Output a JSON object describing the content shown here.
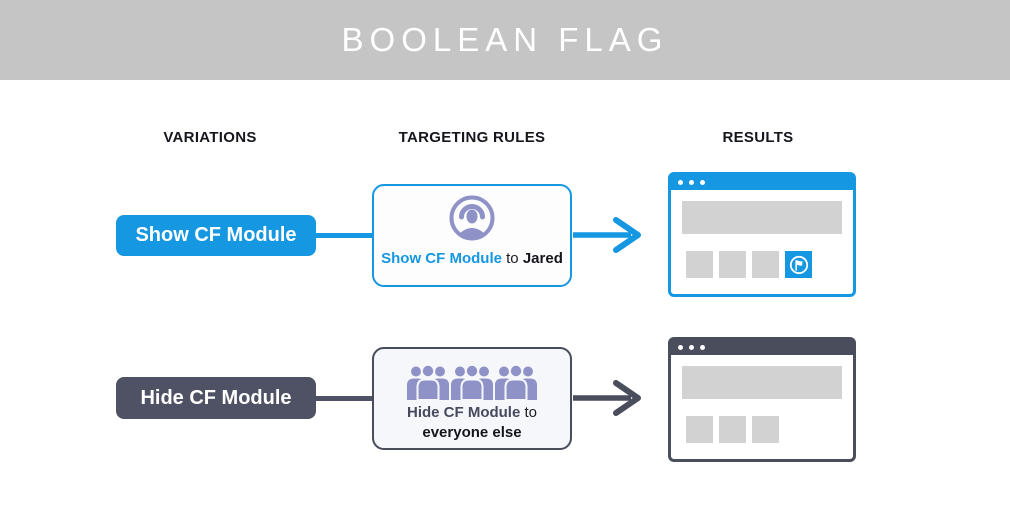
{
  "header": {
    "title": "BOOLEAN FLAG",
    "bg_color": "#c5c5c5"
  },
  "columns": {
    "variations": "VARIATIONS",
    "targeting_rules": "TARGETING RULES",
    "results": "RESULTS"
  },
  "colors": {
    "accent_blue": "#1597e2",
    "slate_dark": "#4f5264",
    "icon_purple": "#8e92c7",
    "placeholder_gray": "#d2d2d2",
    "header_gray": "#c5c5c5"
  },
  "rows": [
    {
      "variation_label": "Show CF Module",
      "rule": {
        "icon": "single-user-icon",
        "flag_name": "Show CF Module",
        "preposition": "to",
        "audience": "Jared"
      },
      "result": {
        "kind": "browser-window",
        "theme": "blue",
        "shows_module": true,
        "module_icon": "flag-icon"
      }
    },
    {
      "variation_label": "Hide CF Module",
      "rule": {
        "icon": "user-group-icon",
        "flag_name": "Hide CF Module",
        "preposition": "to",
        "audience": "everyone else"
      },
      "result": {
        "kind": "browser-window",
        "theme": "dark",
        "shows_module": false
      }
    }
  ]
}
